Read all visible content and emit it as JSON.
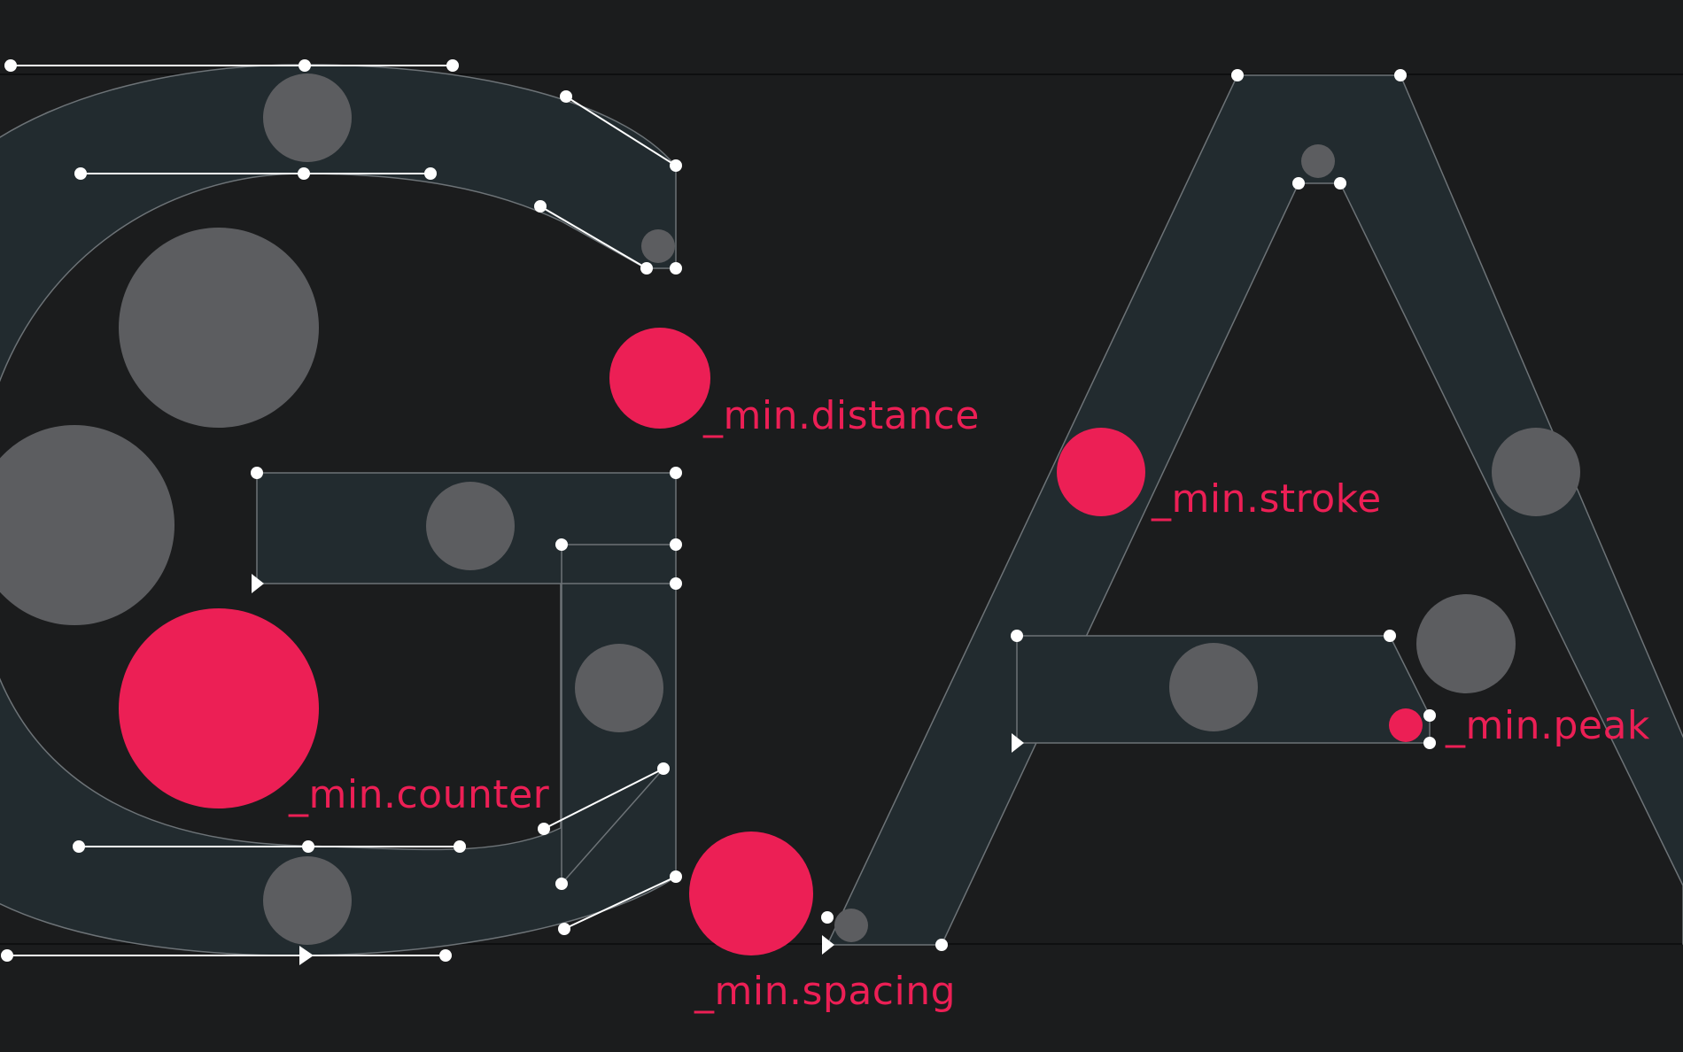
{
  "colors": {
    "background": "#1b1c1d",
    "glyph_fill": "#222b2f",
    "outline": "#6d7377",
    "handle": "#ffffff",
    "measure_circle": "#5c5d60",
    "accent": "#ec1f55"
  },
  "labels": {
    "min_distance": "_min.distance",
    "min_stroke": "_min.stroke",
    "min_counter": "_min.counter",
    "min_spacing": "_min.spacing",
    "min_peak": "_min.peak"
  }
}
